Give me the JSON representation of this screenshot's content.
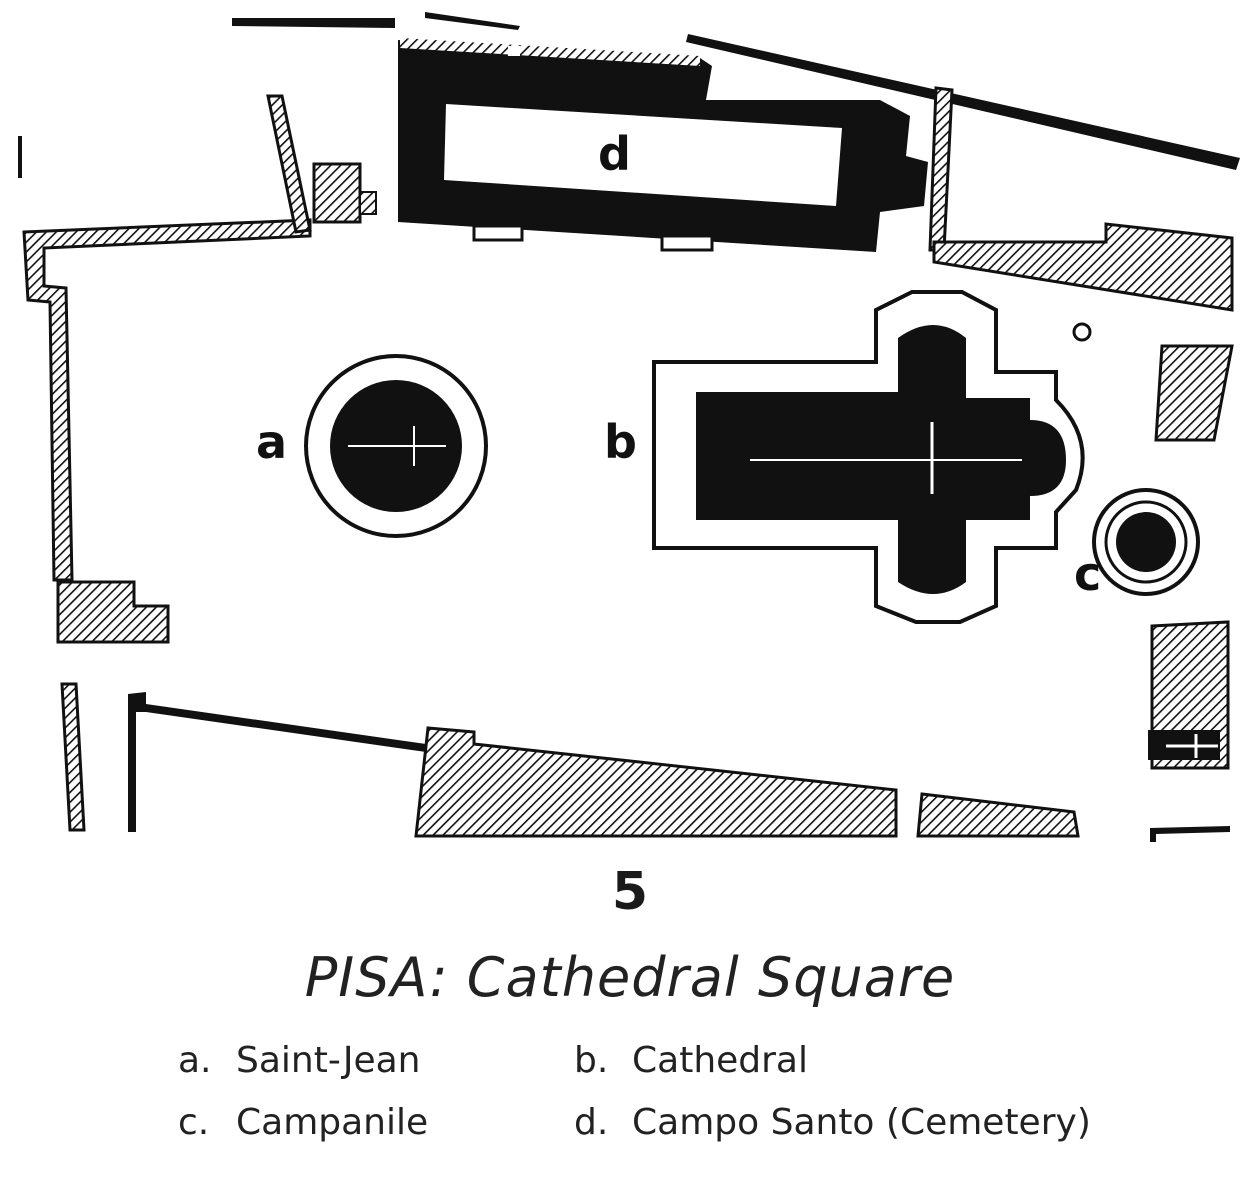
{
  "figure": {
    "number": "5",
    "title": "PISA: Cathedral Square"
  },
  "map_labels": {
    "a": "a",
    "b": "b",
    "c": "c",
    "d": "d"
  },
  "legend": [
    {
      "key": "a.",
      "text": "Saint-Jean"
    },
    {
      "key": "b.",
      "text": "Cathedral"
    },
    {
      "key": "c.",
      "text": "Campanile"
    },
    {
      "key": "d.",
      "text": "Campo Santo (Cemetery)"
    }
  ],
  "colors": {
    "ink": "#111111",
    "paper": "#ffffff"
  }
}
